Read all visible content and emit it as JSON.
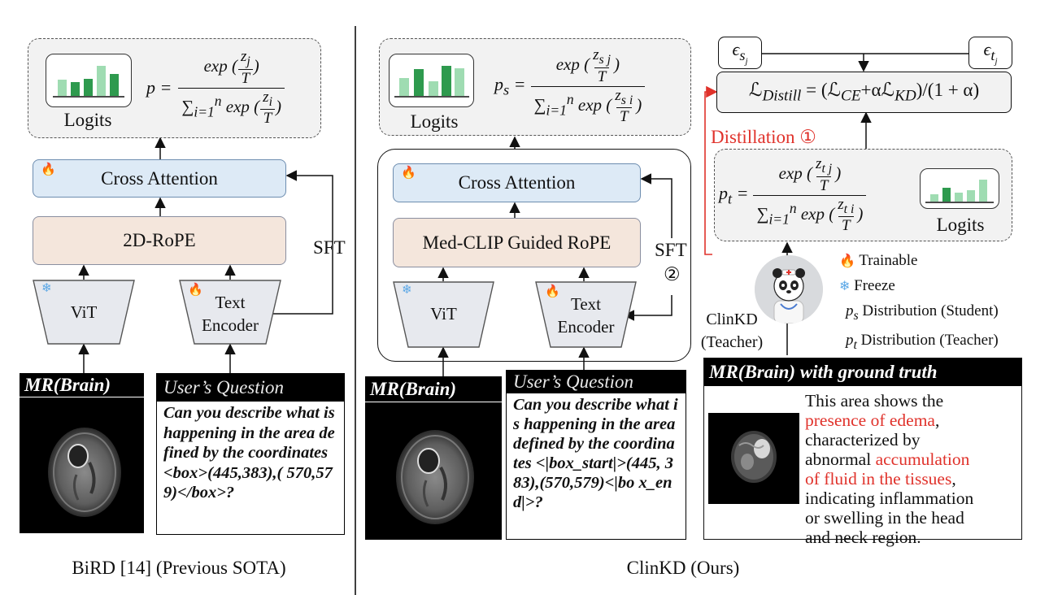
{
  "left_panel": {
    "caption": "BiRD [14] (Previous SOTA)",
    "logits_label": "Logits",
    "formula": {
      "lhs": "p =",
      "numerator": "exp (",
      "frac_num": "z",
      "frac_num_sub": "j",
      "frac_den": "T",
      "close": ")",
      "sum": "∑",
      "sum_sup": "n",
      "sum_sub": "i=1",
      "den_exp": " exp (",
      "den_frac_num": "z",
      "den_frac_sub": "i",
      "den_frac_den": "T",
      "den_close": ")"
    },
    "cross_attention": "Cross Attention",
    "rope": "2D-RoPE",
    "sft": "SFT",
    "vit": "ViT",
    "text_encoder_1": "Text",
    "text_encoder_2": "Encoder",
    "image_title": "MR(Brain)",
    "question_title": "User’s Question",
    "question_text": "Can you describe what is happening in the area defined by the coordinates <box>(445,383),( 570,579)</box>?"
  },
  "right_panel": {
    "caption": "ClinKD (Ours)",
    "logits_label": "Logits",
    "student_formula": {
      "lhs": "p",
      "lhs_sub": "s",
      "eq": " =",
      "numerator": "exp (",
      "frac_num": "z",
      "frac_num_sub": "s j",
      "frac_den": "T",
      "close": ")",
      "sum": "∑",
      "sum_sup": "n",
      "sum_sub": "i=1",
      "den_exp": " exp (",
      "den_frac_num": "z",
      "den_frac_sub": "s i",
      "den_frac_den": "T",
      "den_close": ")"
    },
    "cross_attention": "Cross Attention",
    "rope": "Med-CLIP Guided RoPE",
    "sft": "SFT",
    "sft_num": "②",
    "vit": "ViT",
    "text_encoder_1": "Text",
    "text_encoder_2": "Encoder",
    "image_title": "MR(Brain)",
    "question_title": "User’s Question",
    "question_text": "Can you describe what is happening in the area defined by the coordinates <|box_start|>(445, 383),(570,579)<|bo x_end|>?"
  },
  "teacher_panel": {
    "eps_s": "ϵ",
    "eps_s_sub": "s",
    "eps_s_subsub": "j",
    "eps_t": "ϵ",
    "eps_t_sub": "t",
    "eps_t_subsub": "j",
    "distill_formula": "ℒ",
    "distill_sub": "Distill",
    "distill_rest_1": " = (ℒ",
    "distill_ce": "CE",
    "distill_rest_2": "+αℒ",
    "distill_kd": "KD",
    "distill_rest_3": ")/(1 + α)",
    "distillation_label": "Distillation ①",
    "teacher_formula": {
      "lhs": "p",
      "lhs_sub": "t",
      "eq": " =",
      "numerator": "exp (",
      "frac_num": "z",
      "frac_num_sub": "t j",
      "frac_den": "T",
      "close": ")",
      "sum": "∑",
      "sum_sup": "n",
      "sum_sub": "i=1",
      "den_exp": " exp (",
      "den_frac_num": "z",
      "den_frac_sub": "t i",
      "den_frac_den": "T",
      "den_close": ")"
    },
    "logits_label": "Logits",
    "teacher_name_1": "ClinKD",
    "teacher_name_2": "(Teacher)",
    "legend": {
      "trainable": "Trainable",
      "freeze": "Freeze",
      "ps_sym": "p",
      "ps_sub": "s",
      "ps_desc": " Distribution (Student)",
      "pt_sym": "p",
      "pt_sub": "t",
      "pt_desc": " Distribution (Teacher)"
    },
    "gt_title": "MR(Brain) with ground truth",
    "gt_text": {
      "l1": "This area shows the",
      "l2_red": "presence of edema",
      "l2_rest": ",",
      "l3": "characterized by",
      "l4": "abnormal ",
      "l4_red": "accumulation",
      "l5_red": "of fluid in the tissues",
      "l5_rest": ",",
      "l6": "indicating inflammation",
      "l7": "or swelling in the head",
      "l8": "and neck region."
    }
  },
  "colors": {
    "bar_light": "#9fdcb2",
    "bar_dark": "#2e9a4e",
    "module_blue": "#ddeaf6",
    "module_peach": "#f4e6dc",
    "red": "#e0322b"
  }
}
